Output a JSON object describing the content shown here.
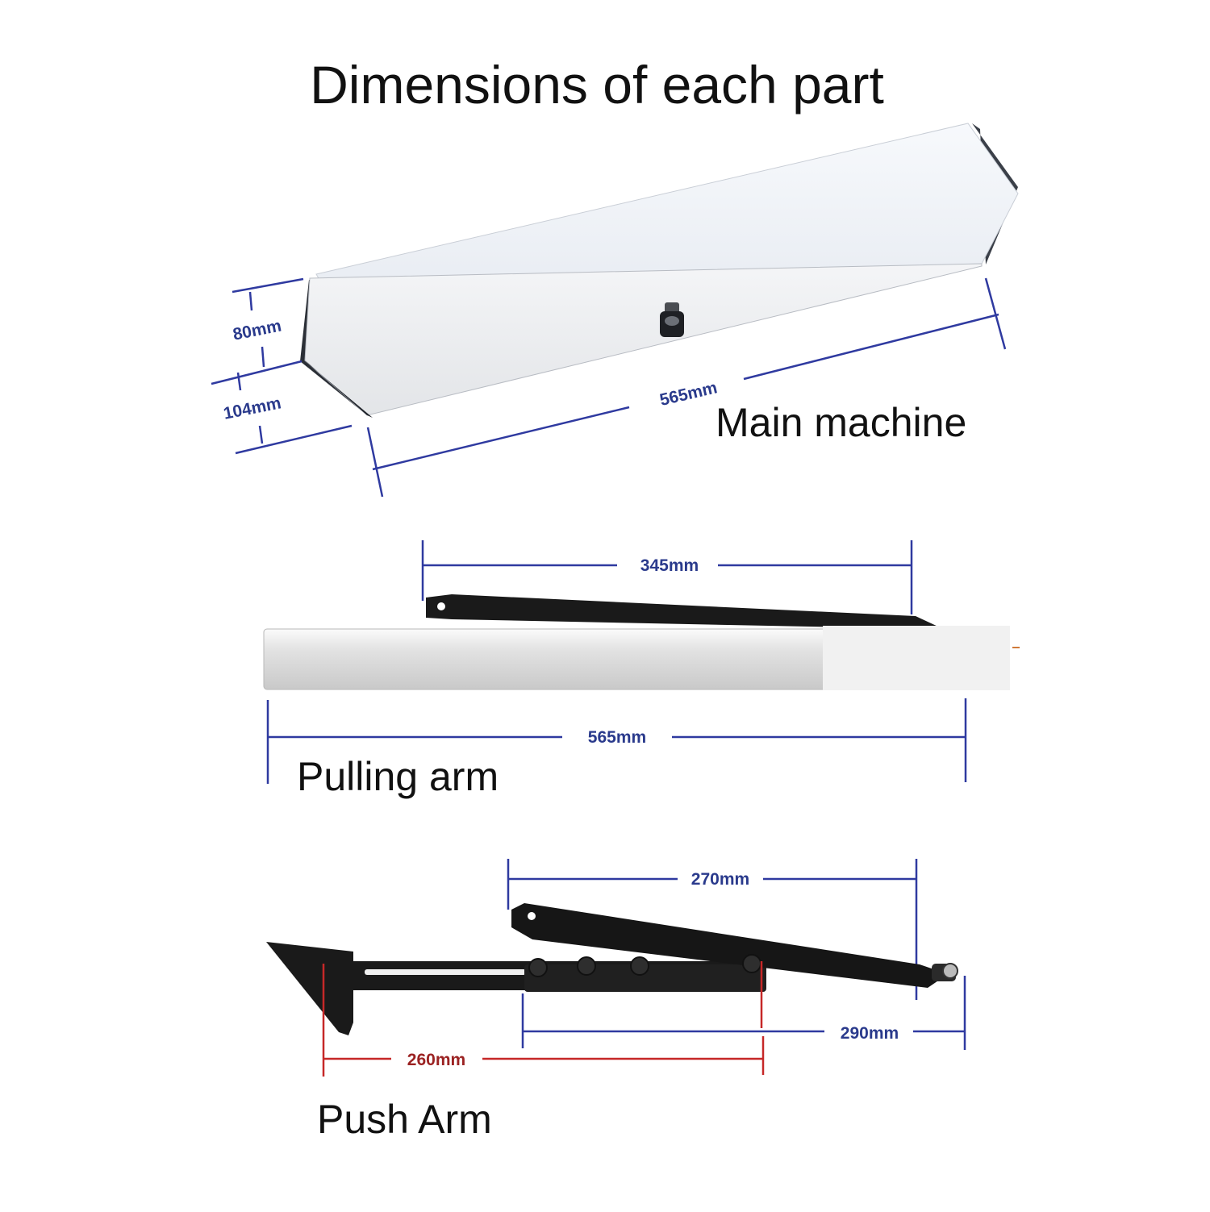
{
  "title": "Dimensions of each part",
  "colors": {
    "dimension_line": "#2f3aa0",
    "dimension_text": "#2a3a8c",
    "red_dimension_line": "#c62828",
    "red_dimension_text": "#9b2222",
    "metal_black": "#1a1a1a",
    "housing_white": "#f2f4f8"
  },
  "main_machine": {
    "caption": "Main machine",
    "height_label": "80mm",
    "depth_label": "104mm",
    "length_label": "565mm"
  },
  "pulling_arm": {
    "caption": "Pulling arm",
    "arm_length_label": "345mm",
    "body_length_label": "565mm"
  },
  "push_arm": {
    "caption": "Push Arm",
    "upper_label": "270mm",
    "lower_right_label": "290mm",
    "lower_left_label": "260mm"
  }
}
